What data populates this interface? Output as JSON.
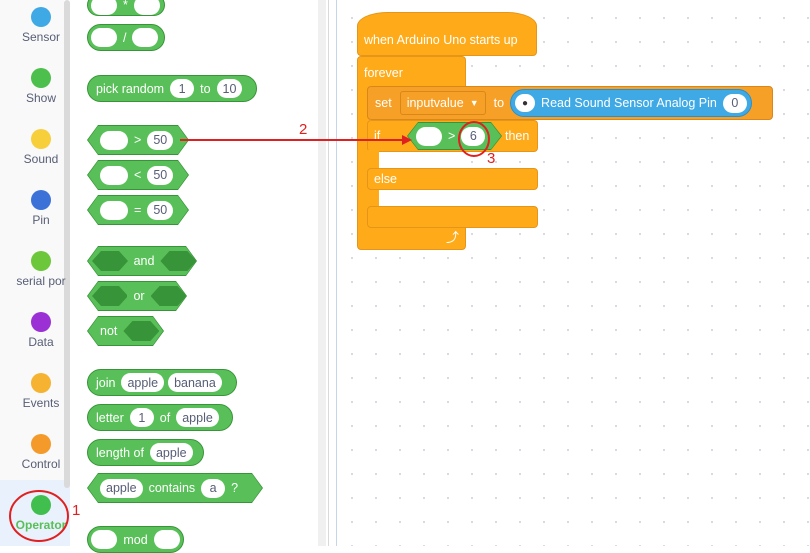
{
  "categories": [
    {
      "label": "Sensor",
      "color": "#3fa9e5"
    },
    {
      "label": "Show",
      "color": "#4cbf4c"
    },
    {
      "label": "Sound",
      "color": "#f7cf3b"
    },
    {
      "label": "Pin",
      "color": "#3c72d8"
    },
    {
      "label": "serial por",
      "color": "#6cc73a"
    },
    {
      "label": "Data",
      "color": "#9b30d4"
    },
    {
      "label": "Events",
      "color": "#f5b331"
    },
    {
      "label": "Control",
      "color": "#f39a2a"
    },
    {
      "label": "Operator",
      "color": "#40bf4f"
    }
  ],
  "palette": {
    "mult_op": "*",
    "div_op": "/",
    "pick_random": {
      "label": "pick random",
      "from": "1",
      "to_label": "to",
      "to": "10"
    },
    "gt": {
      "op": ">",
      "value": "50"
    },
    "lt": {
      "op": "<",
      "value": "50"
    },
    "eq": {
      "op": "=",
      "value": "50"
    },
    "and_label": "and",
    "or_label": "or",
    "not_label": "not",
    "join": {
      "label": "join",
      "a": "apple",
      "b": "banana"
    },
    "letter": {
      "label": "letter",
      "index": "1",
      "of_label": "of",
      "word": "apple"
    },
    "length": {
      "label": "length of",
      "word": "apple"
    },
    "contains": {
      "word": "apple",
      "label": "contains",
      "char": "a",
      "q": "?"
    },
    "mod_label": "mod"
  },
  "workspace": {
    "hat": "when Arduino Uno starts up",
    "forever": "forever",
    "set_label": "set",
    "variable": "inputvalue",
    "to_label": "to",
    "sensor_block": "Read Sound Sensor Analog Pin",
    "pin": "0",
    "if_label": "if",
    "cond_op": ">",
    "cond_value": "6",
    "then_label": "then",
    "else_label": "else"
  },
  "annotations": {
    "n1": "1",
    "n2": "2",
    "n3": "3",
    "color": "#e02020"
  }
}
